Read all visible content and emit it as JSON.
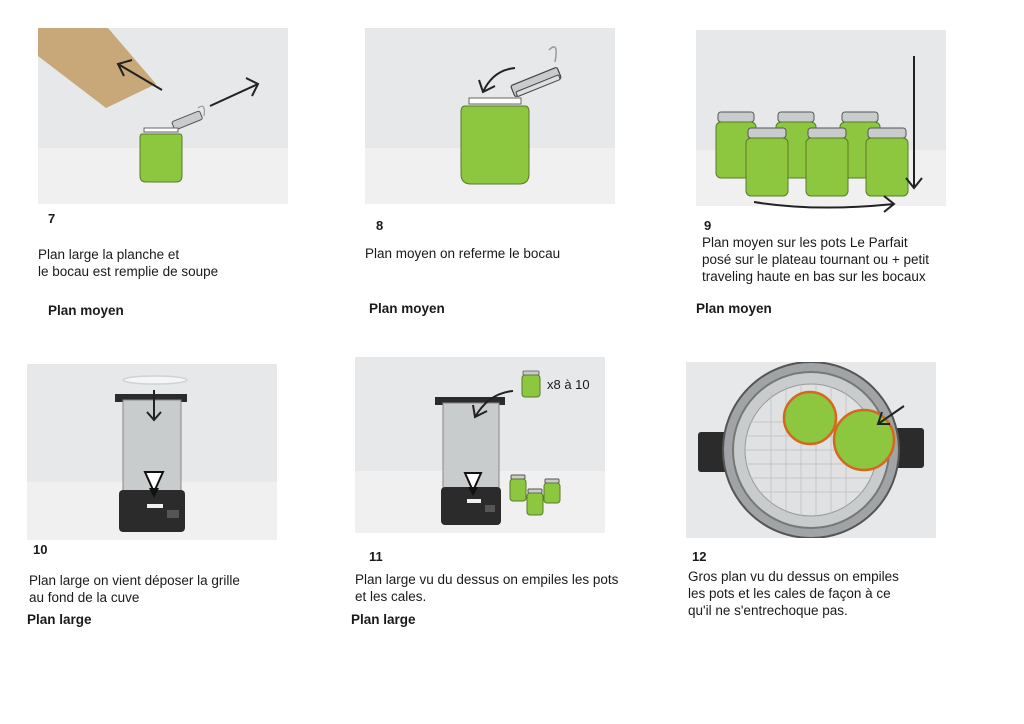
{
  "colors": {
    "wall": "#e6e8e9",
    "floor": "#f0f0f0",
    "soup": "#8dc63f",
    "metal": "#c9cccd",
    "dark": "#2b2b2b",
    "board": "#c8a878",
    "pot": "#a0a4a6",
    "lid": "#8dc63f",
    "lid_rim": "#d2691e"
  },
  "panels": [
    {
      "number": "7",
      "description": "Plan large la planche et\nle bocau est remplie de soupe",
      "shot": "Plan moyen"
    },
    {
      "number": "8",
      "description": "Plan moyen on referme le bocau",
      "shot": "Plan moyen"
    },
    {
      "number": "9",
      "description": "Plan moyen sur les pots Le Parfait\nposé sur le plateau tournant ou + petit\ntraveling haute en bas sur les bocaux",
      "shot": "Plan moyen"
    },
    {
      "number": "10",
      "description": "Plan large on vient déposer la grille\nau fond de la cuve",
      "shot": "Plan large"
    },
    {
      "number": "11",
      "description": "Plan large vu du dessus on empiles les pots\net les cales.",
      "shot": "Plan large",
      "jar_count": "x8 à 10"
    },
    {
      "number": "12",
      "description": "Gros plan vu du dessus on empiles\nles pots et les cales de façon à ce\nqu'il ne s'entrechoque pas.",
      "shot": ""
    }
  ]
}
